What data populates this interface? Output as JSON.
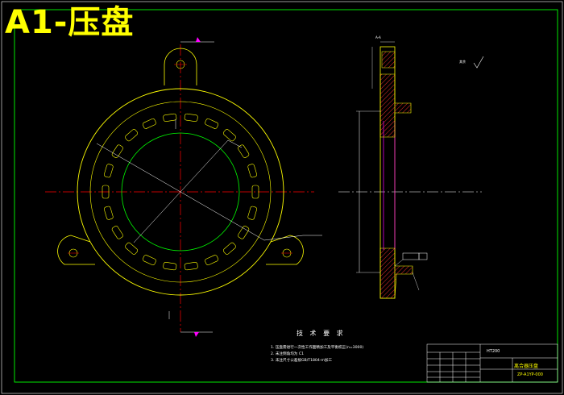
{
  "drawing": {
    "title": "A1-压盘",
    "section_label": "A-A",
    "roughness_note": "其余",
    "technical_requirements": {
      "title": "技 术 要 求",
      "notes": [
        "1. 压盘需进行一次性工作面精加工及平衡校正(n=3000)",
        "2. 未注倒角均为 C1",
        "3. 未注尺寸公差按GB/T1804-m加工"
      ]
    },
    "title_block": {
      "company": "离合器压盘",
      "drawing_number": "ZP-A1YP-000",
      "part_name": "HT200"
    },
    "colors": {
      "background": "#000000",
      "frame": "#00ff00",
      "geometry": "#ffff00",
      "centerline": "#ff0000",
      "hatch": "#ff3030",
      "dimension": "#ffffff",
      "hidden": "#ff00ff",
      "inner_circle": "#00ff00",
      "title_text": "#ffff00"
    }
  }
}
